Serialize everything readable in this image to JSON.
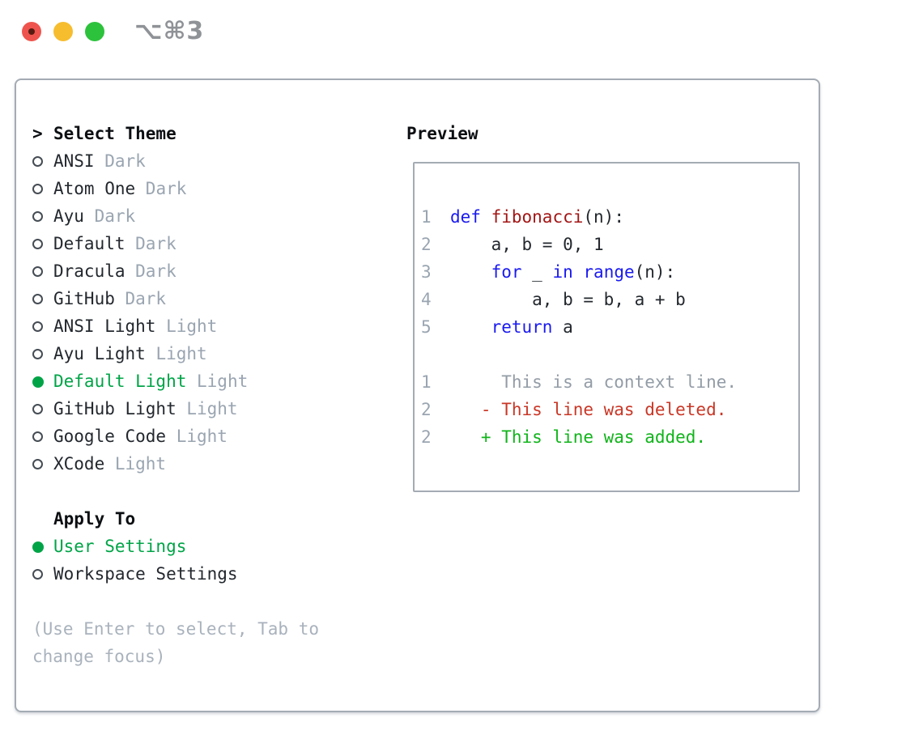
{
  "window": {
    "shortcut_label": "⌥⌘3",
    "traffic_lights": [
      {
        "name": "close",
        "color": "#ee544d"
      },
      {
        "name": "minimize",
        "color": "#f6bd2f"
      },
      {
        "name": "maximize",
        "color": "#2dc23c"
      }
    ]
  },
  "theme_panel": {
    "title_prefix": ">",
    "title": "Select Theme",
    "items": [
      {
        "name": "ANSI",
        "variant": "Dark",
        "selected": false
      },
      {
        "name": "Atom One",
        "variant": "Dark",
        "selected": false
      },
      {
        "name": "Ayu",
        "variant": "Dark",
        "selected": false
      },
      {
        "name": "Default",
        "variant": "Dark",
        "selected": false
      },
      {
        "name": "Dracula",
        "variant": "Dark",
        "selected": false
      },
      {
        "name": "GitHub",
        "variant": "Dark",
        "selected": false
      },
      {
        "name": "ANSI Light",
        "variant": "Light",
        "selected": false
      },
      {
        "name": "Ayu Light",
        "variant": "Light",
        "selected": false
      },
      {
        "name": "Default Light",
        "variant": "Light",
        "selected": true
      },
      {
        "name": "GitHub Light",
        "variant": "Light",
        "selected": false
      },
      {
        "name": "Google Code",
        "variant": "Light",
        "selected": false
      },
      {
        "name": "XCode",
        "variant": "Light",
        "selected": false
      }
    ],
    "apply_to": {
      "title": "Apply To",
      "options": [
        {
          "label": "User Settings",
          "selected": true
        },
        {
          "label": "Workspace Settings",
          "selected": false
        }
      ]
    },
    "help_text": "(Use Enter to select, Tab to change focus)"
  },
  "preview": {
    "title": "Preview",
    "code_lines": [
      {
        "number": "1",
        "tokens": [
          {
            "t": "def",
            "c": "keyword"
          },
          {
            "t": " ",
            "c": "plain"
          },
          {
            "t": "fibonacci",
            "c": "function"
          },
          {
            "t": "(n):",
            "c": "plain"
          }
        ]
      },
      {
        "number": "2",
        "tokens": [
          {
            "t": "    a, b = 0, 1",
            "c": "plain"
          }
        ]
      },
      {
        "number": "3",
        "tokens": [
          {
            "t": "    ",
            "c": "plain"
          },
          {
            "t": "for",
            "c": "keyword"
          },
          {
            "t": " _ ",
            "c": "plain"
          },
          {
            "t": "in",
            "c": "keyword"
          },
          {
            "t": " ",
            "c": "plain"
          },
          {
            "t": "range",
            "c": "keyword"
          },
          {
            "t": "(n):",
            "c": "plain"
          }
        ]
      },
      {
        "number": "4",
        "tokens": [
          {
            "t": "        a, b = b, a + b",
            "c": "plain"
          }
        ]
      },
      {
        "number": "5",
        "tokens": [
          {
            "t": "    ",
            "c": "plain"
          },
          {
            "t": "return",
            "c": "keyword"
          },
          {
            "t": " a",
            "c": "plain"
          }
        ]
      },
      {
        "number": "",
        "tokens": []
      },
      {
        "number": "1",
        "tokens": [
          {
            "t": "     This is a context line.",
            "c": "context"
          }
        ]
      },
      {
        "number": "2",
        "tokens": [
          {
            "t": "   - This line was deleted.",
            "c": "deleted"
          }
        ]
      },
      {
        "number": "2",
        "tokens": [
          {
            "t": "   + This line was added.",
            "c": "added"
          }
        ]
      }
    ]
  },
  "colors": {
    "selected_green": "#00a447",
    "added_green": "#10b41a",
    "deleted_red": "#c93726",
    "keyword_blue": "#1a1af0",
    "function_red": "#a31515",
    "muted_gray": "#9aa5b1",
    "context_gray": "#939ca6",
    "help_gray": "#a9b2bc",
    "text_dark": "#23282e",
    "border_gray": "#a4abb3",
    "shortcut_gray": "#8f9296",
    "traffic_red": "#ee544d",
    "traffic_yellow": "#f6bd2f",
    "traffic_green": "#2dc23c"
  }
}
